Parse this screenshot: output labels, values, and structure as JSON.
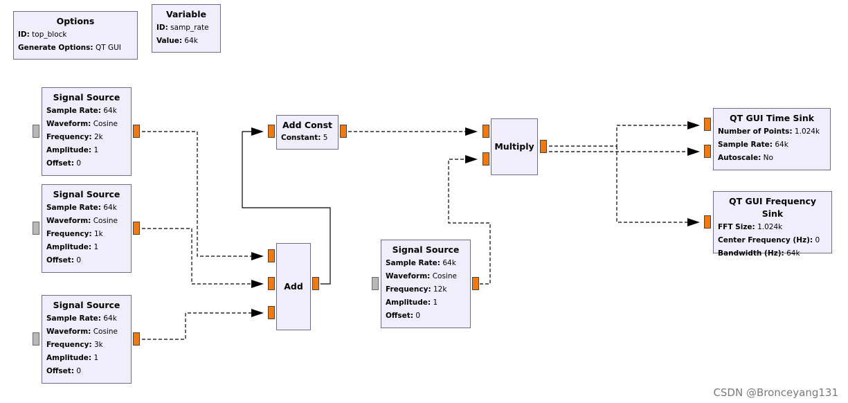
{
  "options": {
    "title": "Options",
    "params": [
      {
        "label": "ID:",
        "value": "top_block"
      },
      {
        "label": "Generate Options:",
        "value": "QT GUI"
      }
    ]
  },
  "variable": {
    "title": "Variable",
    "params": [
      {
        "label": "ID:",
        "value": "samp_rate"
      },
      {
        "label": "Value:",
        "value": "64k"
      }
    ]
  },
  "source1": {
    "title": "Signal Source",
    "params": [
      {
        "label": "Sample Rate:",
        "value": "64k"
      },
      {
        "label": "Waveform:",
        "value": "Cosine"
      },
      {
        "label": "Frequency:",
        "value": "2k"
      },
      {
        "label": "Amplitude:",
        "value": "1"
      },
      {
        "label": "Offset:",
        "value": "0"
      }
    ]
  },
  "source2": {
    "title": "Signal Source",
    "params": [
      {
        "label": "Sample Rate:",
        "value": "64k"
      },
      {
        "label": "Waveform:",
        "value": "Cosine"
      },
      {
        "label": "Frequency:",
        "value": "1k"
      },
      {
        "label": "Amplitude:",
        "value": "1"
      },
      {
        "label": "Offset:",
        "value": "0"
      }
    ]
  },
  "source3": {
    "title": "Signal Source",
    "params": [
      {
        "label": "Sample Rate:",
        "value": "64k"
      },
      {
        "label": "Waveform:",
        "value": "Cosine"
      },
      {
        "label": "Frequency:",
        "value": "3k"
      },
      {
        "label": "Amplitude:",
        "value": "1"
      },
      {
        "label": "Offset:",
        "value": "0"
      }
    ]
  },
  "source4": {
    "title": "Signal Source",
    "params": [
      {
        "label": "Sample Rate:",
        "value": "64k"
      },
      {
        "label": "Waveform:",
        "value": "Cosine"
      },
      {
        "label": "Frequency:",
        "value": "12k"
      },
      {
        "label": "Amplitude:",
        "value": "1"
      },
      {
        "label": "Offset:",
        "value": "0"
      }
    ]
  },
  "add_const": {
    "title": "Add Const",
    "params": [
      {
        "label": "Constant:",
        "value": "5"
      }
    ]
  },
  "add": {
    "title": "Add",
    "params": []
  },
  "multiply": {
    "title": "Multiply",
    "params": []
  },
  "time_sink": {
    "title": "QT GUI Time Sink",
    "params": [
      {
        "label": "Number of Points:",
        "value": "1.024k"
      },
      {
        "label": "Sample Rate:",
        "value": "64k"
      },
      {
        "label": "Autoscale:",
        "value": "No"
      }
    ]
  },
  "freq_sink": {
    "title": "QT GUI Frequency Sink",
    "params": [
      {
        "label": "FFT Size:",
        "value": "1.024k"
      },
      {
        "label": "Center Frequency (Hz):",
        "value": "0"
      },
      {
        "label": "Bandwidth (Hz):",
        "value": "64k"
      }
    ]
  },
  "watermark": "CSDN @Bronceyang131",
  "colors": {
    "block_fill": "#efeefa",
    "block_border": "#6c6c88",
    "port_active": "#f07a10",
    "port_inactive": "#b8b8b8"
  }
}
